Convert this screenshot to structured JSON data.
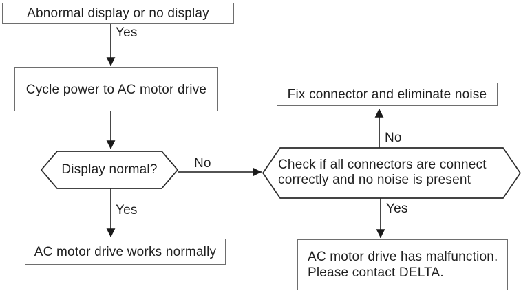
{
  "flowchart": {
    "nodes": {
      "abnormal_display": {
        "label": "Abnormal display or no display"
      },
      "cycle_power": {
        "label": "Cycle power to AC motor drive"
      },
      "display_normal": {
        "label": "Display normal?"
      },
      "works_normally": {
        "label": "AC motor drive works normally"
      },
      "fix_connector": {
        "label": "Fix connector and eliminate noise"
      },
      "check_connectors": {
        "lines": [
          "Check if all connectors are connect",
          "correctly and no noise is present"
        ]
      },
      "malfunction": {
        "lines": [
          "AC motor drive has malfunction.",
          "Please contact DELTA."
        ]
      }
    },
    "edge_labels": {
      "abnormal_yes": "Yes",
      "display_no": "No",
      "display_yes": "Yes",
      "check_no": "No",
      "check_yes": "Yes"
    },
    "colors": {
      "background": "#ffffff",
      "box_border": "#6e6e6e",
      "hexagon_stroke": "#2a2a2a",
      "arrow": "#1a1a1a",
      "text": "#1f1f1f"
    }
  }
}
